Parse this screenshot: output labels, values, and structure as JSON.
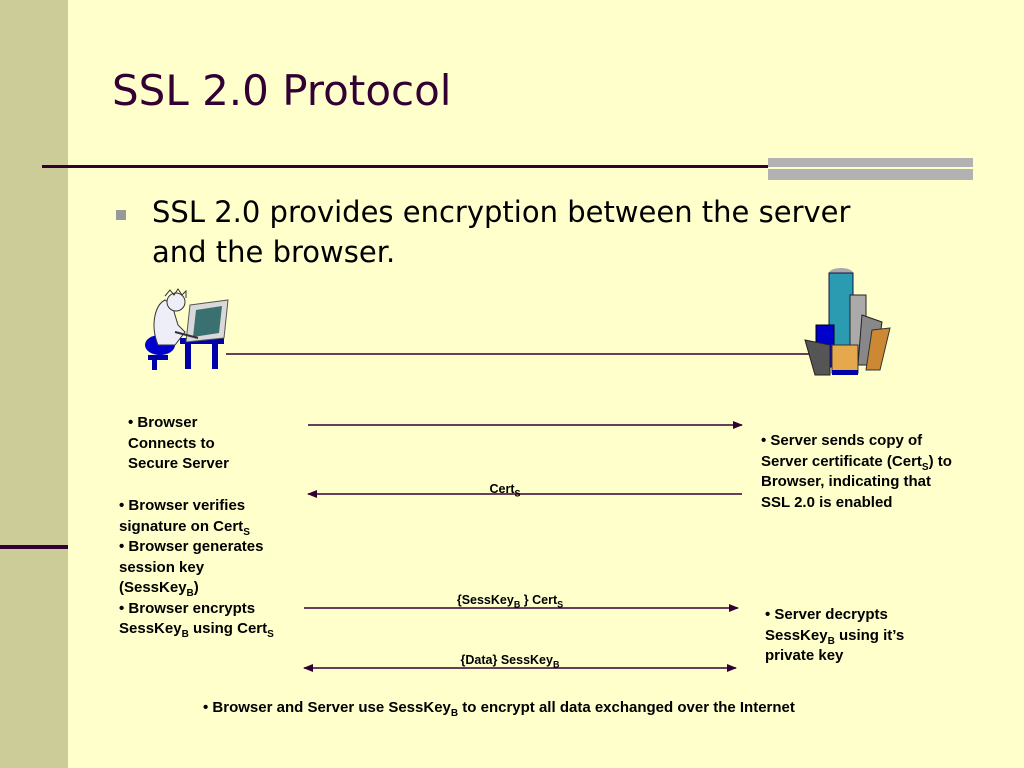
{
  "slide": {
    "title": "SSL 2.0 Protocol",
    "bullet": "SSL 2.0 provides encryption between the server and the browser."
  },
  "diagram": {
    "client_icon": "person-at-computer-icon",
    "server_icon": "city-buildings-icon",
    "notes": {
      "browser_connects": {
        "line1": "• Browser",
        "line2": "Connects to",
        "line3": "Secure Server"
      },
      "server_sends": {
        "l1": "• Server sends copy of",
        "l2a": "Server certificate (Cert",
        "l2sub": "S",
        "l2b": ") to",
        "l3": "Browser, indicating that",
        "l4": "SSL 2.0 is enabled"
      },
      "browser_steps": {
        "l1": "• Browser verifies",
        "l2a": "signature on Cert",
        "l2sub": "S",
        "l3": "• Browser generates",
        "l4": "session key",
        "l5a": "(SessKey",
        "l5sub": "B",
        "l5b": ")",
        "l6": "• Browser encrypts",
        "l7a": "SessKey",
        "l7sub1": "B",
        "l7b": " using Cert",
        "l7sub2": "S"
      },
      "server_decrypts": {
        "l1": "• Server decrypts",
        "l2a": "SessKey",
        "l2sub": "B",
        "l2b": " using it’s",
        "l3": "private key"
      },
      "footer": {
        "a": "• Browser and Server use SessKey",
        "sub": "B",
        "b": " to encrypt all data exchanged over the Internet"
      }
    },
    "messages": {
      "cert": {
        "a": "Cert",
        "sub": "S"
      },
      "sesskey": {
        "a": "{SessKey",
        "sub1": "B",
        "b": " } Cert",
        "sub2": "S"
      },
      "data": {
        "a": "{Data} SessKey",
        "sub": "B"
      }
    },
    "colors": {
      "arrow": "#330033",
      "title": "#330033",
      "band": "#cccc99",
      "background": "#ffffcc"
    }
  }
}
